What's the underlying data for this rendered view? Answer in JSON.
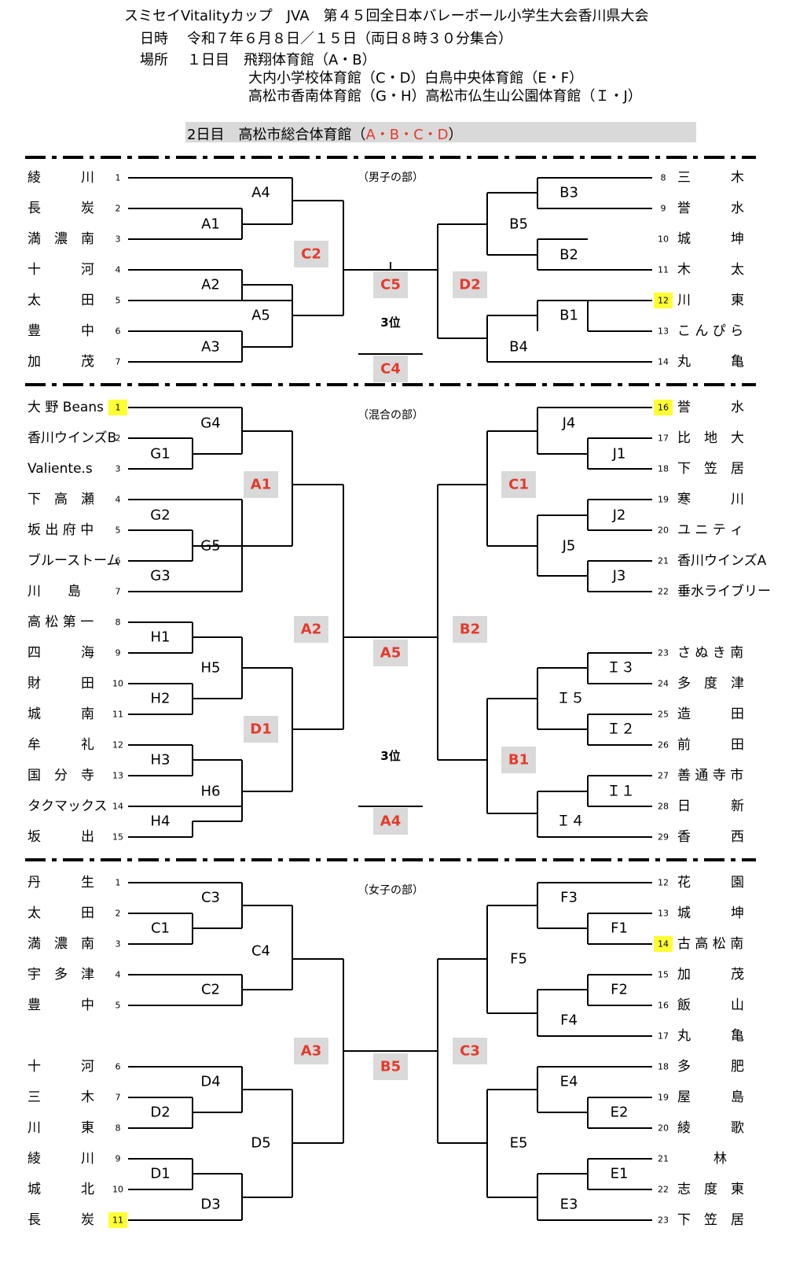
{
  "header": {
    "line1": "スミセイVitalityカップ　JVA　第４５回全日本バレーボール小学生大会香川県大会",
    "line2_label": "日時",
    "line2_text": "令和７年６月８日／１５日（両日８時３０分集合）",
    "line3_label": "場所",
    "line3_text": "１日目　飛翔体育館（A・B）",
    "line4_text": "大内小学校体育館（C・D）白鳥中央体育館（E・F）",
    "line5_text": "高松市香南体育館（G・H）高松市仏生山公園体育館（Ｉ・J）",
    "day2_prefix": "2日目　高松市総合体育館（",
    "day2_courts": "A・B・C・D",
    "day2_suffix": "）"
  },
  "colors": {
    "court_red": "#e53b2c",
    "court_bg": "#d9d9d9",
    "highlight": "#ffff33"
  },
  "sections": [
    {
      "title": "（男子の部）",
      "third_label": "3位",
      "third_court": "C4",
      "final_court": "C5",
      "left_teams": [
        {
          "num": "1",
          "name": "綾　　　川"
        },
        {
          "num": "2",
          "name": "長　　　炭"
        },
        {
          "num": "3",
          "name": "満　濃　南"
        },
        {
          "num": "4",
          "name": "十　　　河"
        },
        {
          "num": "5",
          "name": "太　　　田"
        },
        {
          "num": "6",
          "name": "豊　　　中"
        },
        {
          "num": "7",
          "name": "加　　　茂"
        }
      ],
      "right_teams": [
        {
          "num": "8",
          "name": "三　　　木"
        },
        {
          "num": "9",
          "name": "誉　　　水"
        },
        {
          "num": "10",
          "name": "城　　　坤"
        },
        {
          "num": "11",
          "name": "木　　　太"
        },
        {
          "num": "12",
          "name": "川　　　東",
          "highlight": true
        },
        {
          "num": "13",
          "name": "こ ん ぴ ら"
        },
        {
          "num": "14",
          "name": "丸　　　亀"
        }
      ],
      "match_labels": [
        "A4",
        "A1",
        "A2",
        "A5",
        "A3",
        "B3",
        "B5",
        "B2",
        "B1",
        "B4"
      ],
      "court_labels": [
        "C2",
        "D2"
      ]
    },
    {
      "title": "（混合の部）",
      "third_label": "3位",
      "third_court": "A4",
      "final_court": "A5",
      "left_teams": [
        {
          "num": "1",
          "name": "大 野 Beans",
          "highlight": true
        },
        {
          "num": "2",
          "name": "香川ウインズB"
        },
        {
          "num": "3",
          "name": "Valiente.s"
        },
        {
          "num": "4",
          "name": "下　高　瀬"
        },
        {
          "num": "5",
          "name": "坂 出 府 中"
        },
        {
          "num": "6",
          "name": "ブルーストーム"
        },
        {
          "num": "7",
          "name": "川　　島"
        },
        {
          "num": "8",
          "name": "高 松 第 一"
        },
        {
          "num": "9",
          "name": "四　　　海"
        },
        {
          "num": "10",
          "name": "財　　　田"
        },
        {
          "num": "11",
          "name": "城　　　南"
        },
        {
          "num": "12",
          "name": "牟　　　礼"
        },
        {
          "num": "13",
          "name": "国　分　寺"
        },
        {
          "num": "14",
          "name": "タクマックス"
        },
        {
          "num": "15",
          "name": "坂　　　出"
        }
      ],
      "right_teams": [
        {
          "num": "16",
          "name": "誉　　　水",
          "highlight": true
        },
        {
          "num": "17",
          "name": "比　地　大"
        },
        {
          "num": "18",
          "name": "下　笠　居"
        },
        {
          "num": "19",
          "name": "寒　　　川"
        },
        {
          "num": "20",
          "name": "ユ ニ テ ィ"
        },
        {
          "num": "21",
          "name": "香川ウインズA"
        },
        {
          "num": "22",
          "name": "垂水ライブリー"
        },
        {
          "num": "23",
          "name": "さ ぬ き 南"
        },
        {
          "num": "24",
          "name": "多　度　津"
        },
        {
          "num": "25",
          "name": "造　　　田"
        },
        {
          "num": "26",
          "name": "前　　　田"
        },
        {
          "num": "27",
          "name": "善 通 寺 市"
        },
        {
          "num": "28",
          "name": "日　　　新"
        },
        {
          "num": "29",
          "name": "香　　　西"
        }
      ],
      "match_labels": [
        "G4",
        "G1",
        "G2",
        "G5",
        "G3",
        "H1",
        "H5",
        "H2",
        "H3",
        "H6",
        "H4",
        "J4",
        "J1",
        "J2",
        "J5",
        "J3",
        "Ｉ３",
        "Ｉ５",
        "Ｉ２",
        "Ｉ１",
        "Ｉ４"
      ],
      "court_labels": [
        "A1",
        "A2",
        "D1",
        "C1",
        "B2",
        "B1"
      ]
    },
    {
      "title": "（女子の部）",
      "final_court": "B5",
      "left_teams": [
        {
          "num": "1",
          "name": "丹　　　生"
        },
        {
          "num": "2",
          "name": "太　　　田"
        },
        {
          "num": "3",
          "name": "満　濃　南"
        },
        {
          "num": "4",
          "name": "宇　多　津"
        },
        {
          "num": "5",
          "name": "豊　　　中"
        },
        {
          "num": "6",
          "name": "十　　　河"
        },
        {
          "num": "7",
          "name": "三　　　木"
        },
        {
          "num": "8",
          "name": "川　　　東"
        },
        {
          "num": "9",
          "name": "綾　　　川"
        },
        {
          "num": "10",
          "name": "城　　　北"
        },
        {
          "num": "11",
          "name": "長　　　炭",
          "highlight": true
        }
      ],
      "right_teams": [
        {
          "num": "12",
          "name": "花　　　園"
        },
        {
          "num": "13",
          "name": "城　　　坤"
        },
        {
          "num": "14",
          "name": "古 高 松 南",
          "highlight": true
        },
        {
          "num": "15",
          "name": "加　　　茂"
        },
        {
          "num": "16",
          "name": "飯　　　山"
        },
        {
          "num": "17",
          "name": "丸　　　亀"
        },
        {
          "num": "18",
          "name": "多　　　肥"
        },
        {
          "num": "19",
          "name": "屋　　　島"
        },
        {
          "num": "20",
          "name": "綾　　　歌"
        },
        {
          "num": "21",
          "name": "林"
        },
        {
          "num": "22",
          "name": "志　度　東"
        },
        {
          "num": "23",
          "name": "下　笠　居"
        }
      ],
      "match_labels": [
        "C3",
        "C1",
        "C4",
        "C2",
        "D4",
        "D2",
        "D5",
        "D1",
        "D3",
        "F3",
        "F1",
        "F5",
        "F2",
        "F4",
        "E4",
        "E2",
        "E5",
        "E1",
        "E3"
      ],
      "court_labels": [
        "A3",
        "C3"
      ]
    }
  ]
}
